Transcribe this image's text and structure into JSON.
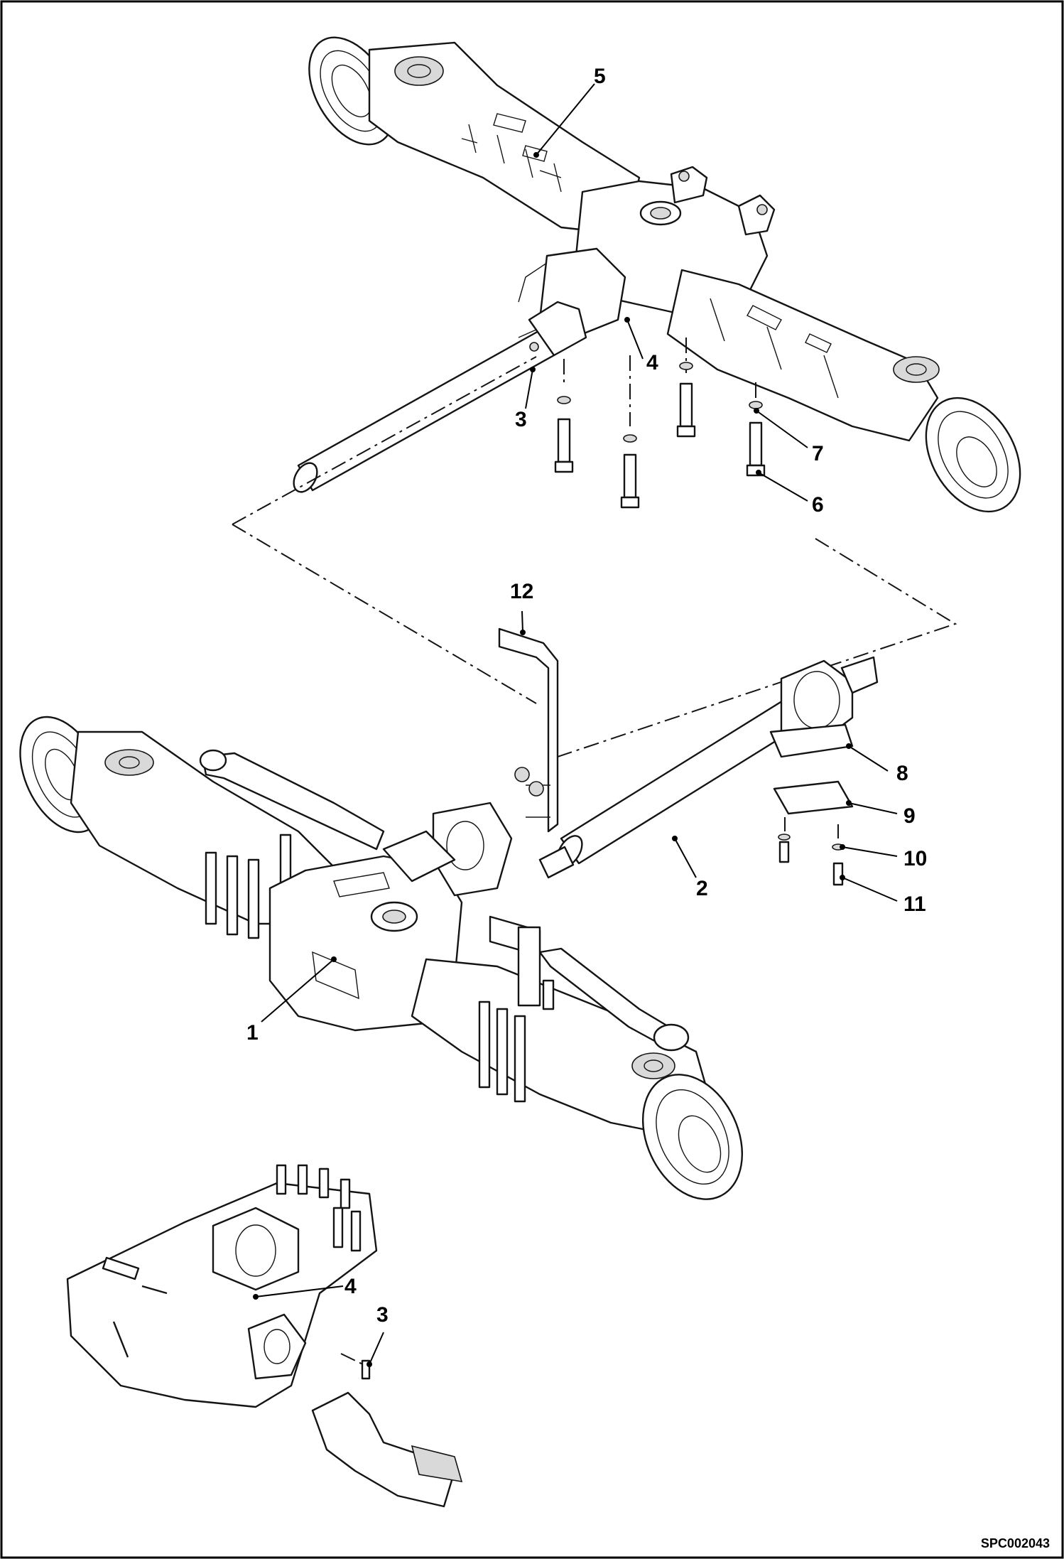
{
  "callouts": {
    "c1": "1",
    "c2": "2",
    "c3": "3",
    "c4": "4",
    "c5": "5",
    "c6": "6",
    "c7": "7",
    "c8": "8",
    "c9": "9",
    "c10": "10",
    "c11": "11",
    "c12": "12",
    "c3b": "3",
    "c4b": "4"
  },
  "reference_code": "SPC002043",
  "colors": {
    "ink": "#141414",
    "paper": "#ffffff",
    "shade": "#d9d9d9"
  }
}
